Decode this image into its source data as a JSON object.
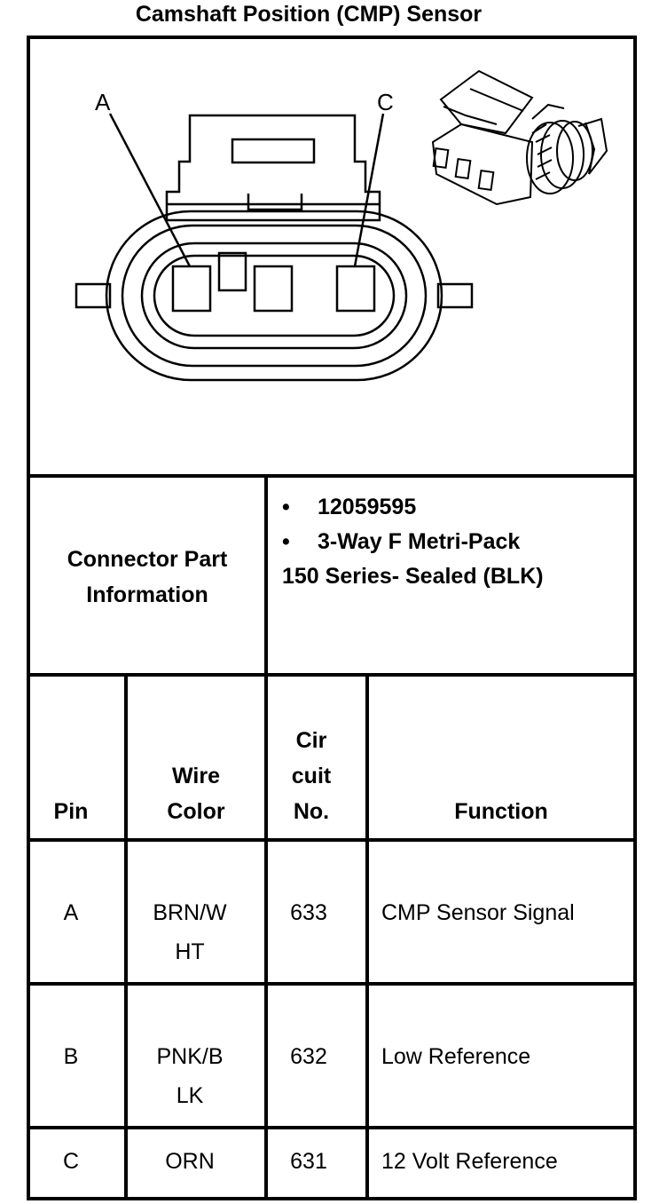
{
  "title": "Camshaft Position (CMP) Sensor",
  "diagram": {
    "pin_labels": [
      "A",
      "C"
    ]
  },
  "connector_info": {
    "label_line1": "Connector Part",
    "label_line2": "Information",
    "bullet1": "12059595",
    "bullet2": "3-Way F Metri-Pack",
    "line3": "150 Series- Sealed (BLK)"
  },
  "table": {
    "headers": {
      "pin": "Pin",
      "wire_line1": "Wire",
      "wire_line2": "Color",
      "circuit_line1": "Cir",
      "circuit_line2": "cuit",
      "circuit_line3": "No.",
      "function": "Function"
    },
    "rows": [
      {
        "pin": "A",
        "wire_line1": "BRN/W",
        "wire_line2": "HT",
        "circuit": "633",
        "function": "CMP Sensor Signal"
      },
      {
        "pin": "B",
        "wire_line1": "PNK/B",
        "wire_line2": "LK",
        "circuit": "632",
        "function": "Low Reference"
      },
      {
        "pin": "C",
        "wire_line1": "ORN",
        "wire_line2": "",
        "circuit": "631",
        "function": "12 Volt Reference"
      }
    ]
  }
}
